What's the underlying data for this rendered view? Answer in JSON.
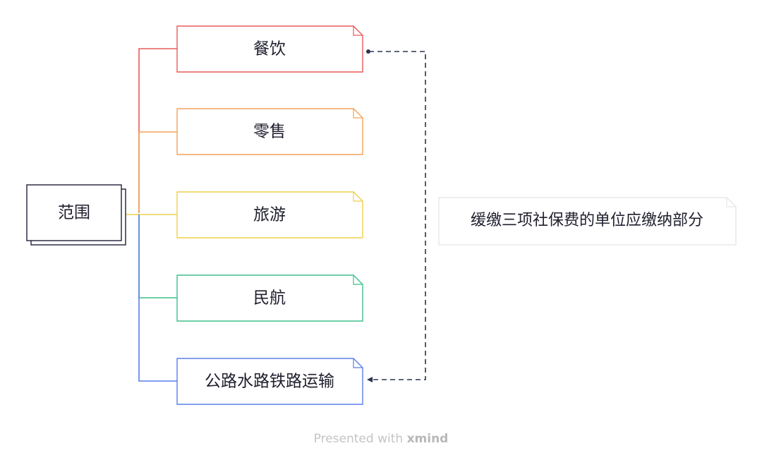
{
  "root": {
    "label": "范围"
  },
  "branches": [
    {
      "label": "餐饮",
      "color": "#e85a5a"
    },
    {
      "label": "零售",
      "color": "#f2a35a"
    },
    {
      "label": "旅游",
      "color": "#efcf4a"
    },
    {
      "label": "民航",
      "color": "#3fbf8c"
    },
    {
      "label": "公路水路铁路运输",
      "color": "#5a7ee8"
    }
  ],
  "note": {
    "label": "缓缴三项社保费的单位应缴纳部分"
  },
  "footer": {
    "prefix": "Presented with",
    "brand": "xmind"
  }
}
